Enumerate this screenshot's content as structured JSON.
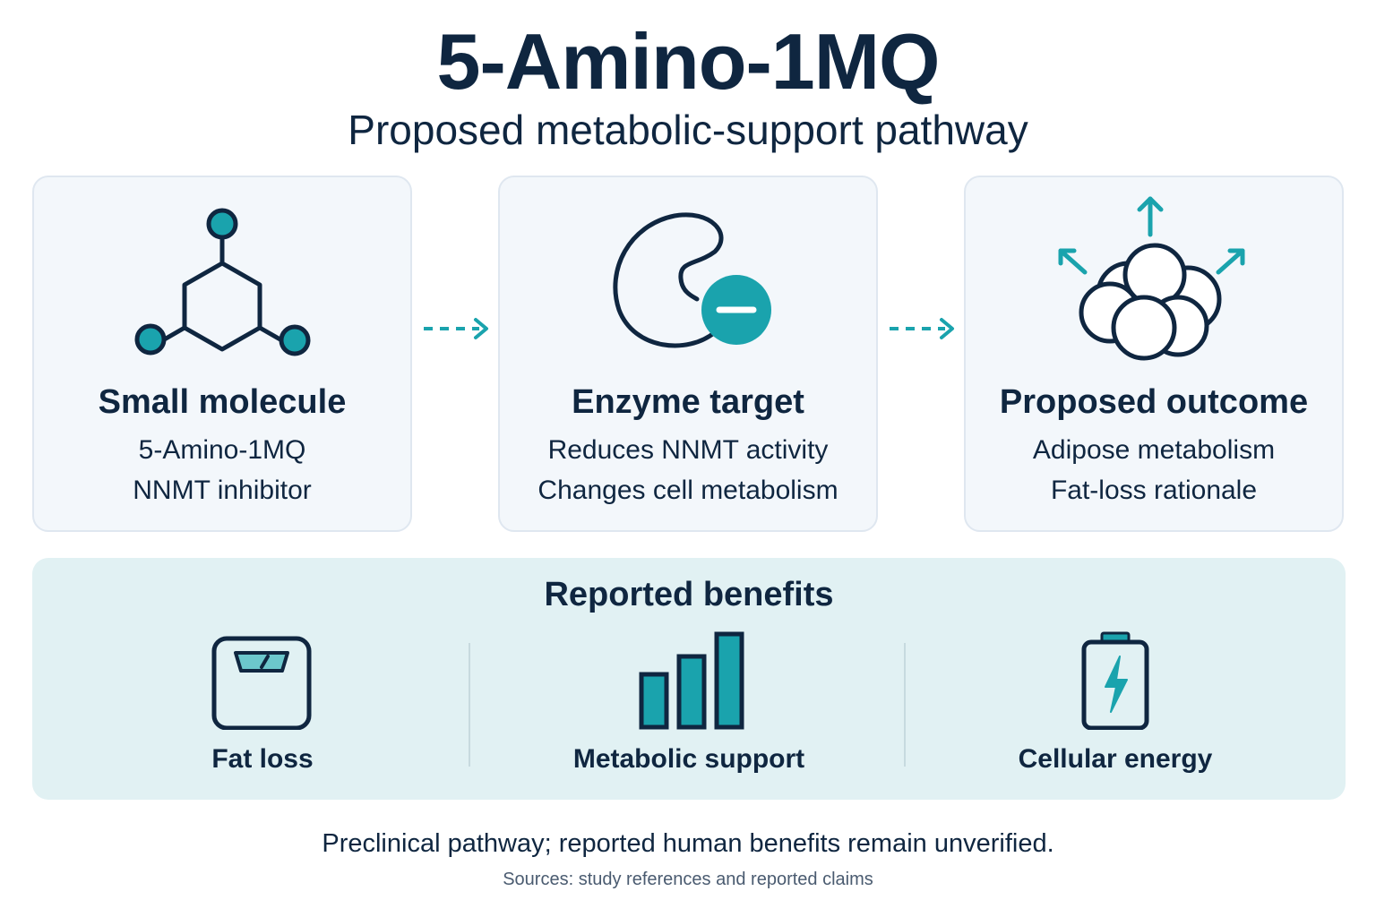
{
  "header": {
    "title": "5-Amino-1MQ",
    "subtitle": "Proposed metabolic-support pathway"
  },
  "pathway": {
    "cards": [
      {
        "title": "Small molecule",
        "line1": "5-Amino-1MQ",
        "line2": "NNMT inhibitor",
        "icon": "molecule-icon"
      },
      {
        "title": "Enzyme target",
        "line1": "Reduces NNMT activity",
        "line2": "Changes cell metabolism",
        "icon": "enzyme-inhibition-icon"
      },
      {
        "title": "Proposed outcome",
        "line1": "Adipose metabolism",
        "line2": "Fat-loss rationale",
        "icon": "fat-cells-icon"
      }
    ],
    "connector_icon": "dashed-arrow-icon"
  },
  "benefits": {
    "title": "Reported benefits",
    "items": [
      {
        "label": "Fat loss",
        "icon": "scale-icon"
      },
      {
        "label": "Metabolic support",
        "icon": "bar-chart-icon"
      },
      {
        "label": "Cellular energy",
        "icon": "battery-bolt-icon"
      }
    ]
  },
  "footer": {
    "note": "Preclinical pathway; reported human benefits remain unverified.",
    "sources": "Sources: study references and reported claims"
  },
  "colors": {
    "accent": "#1aa3ad",
    "navy": "#0f2640",
    "card_bg": "#f3f7fb",
    "benefits_bg": "#e1f1f3"
  }
}
